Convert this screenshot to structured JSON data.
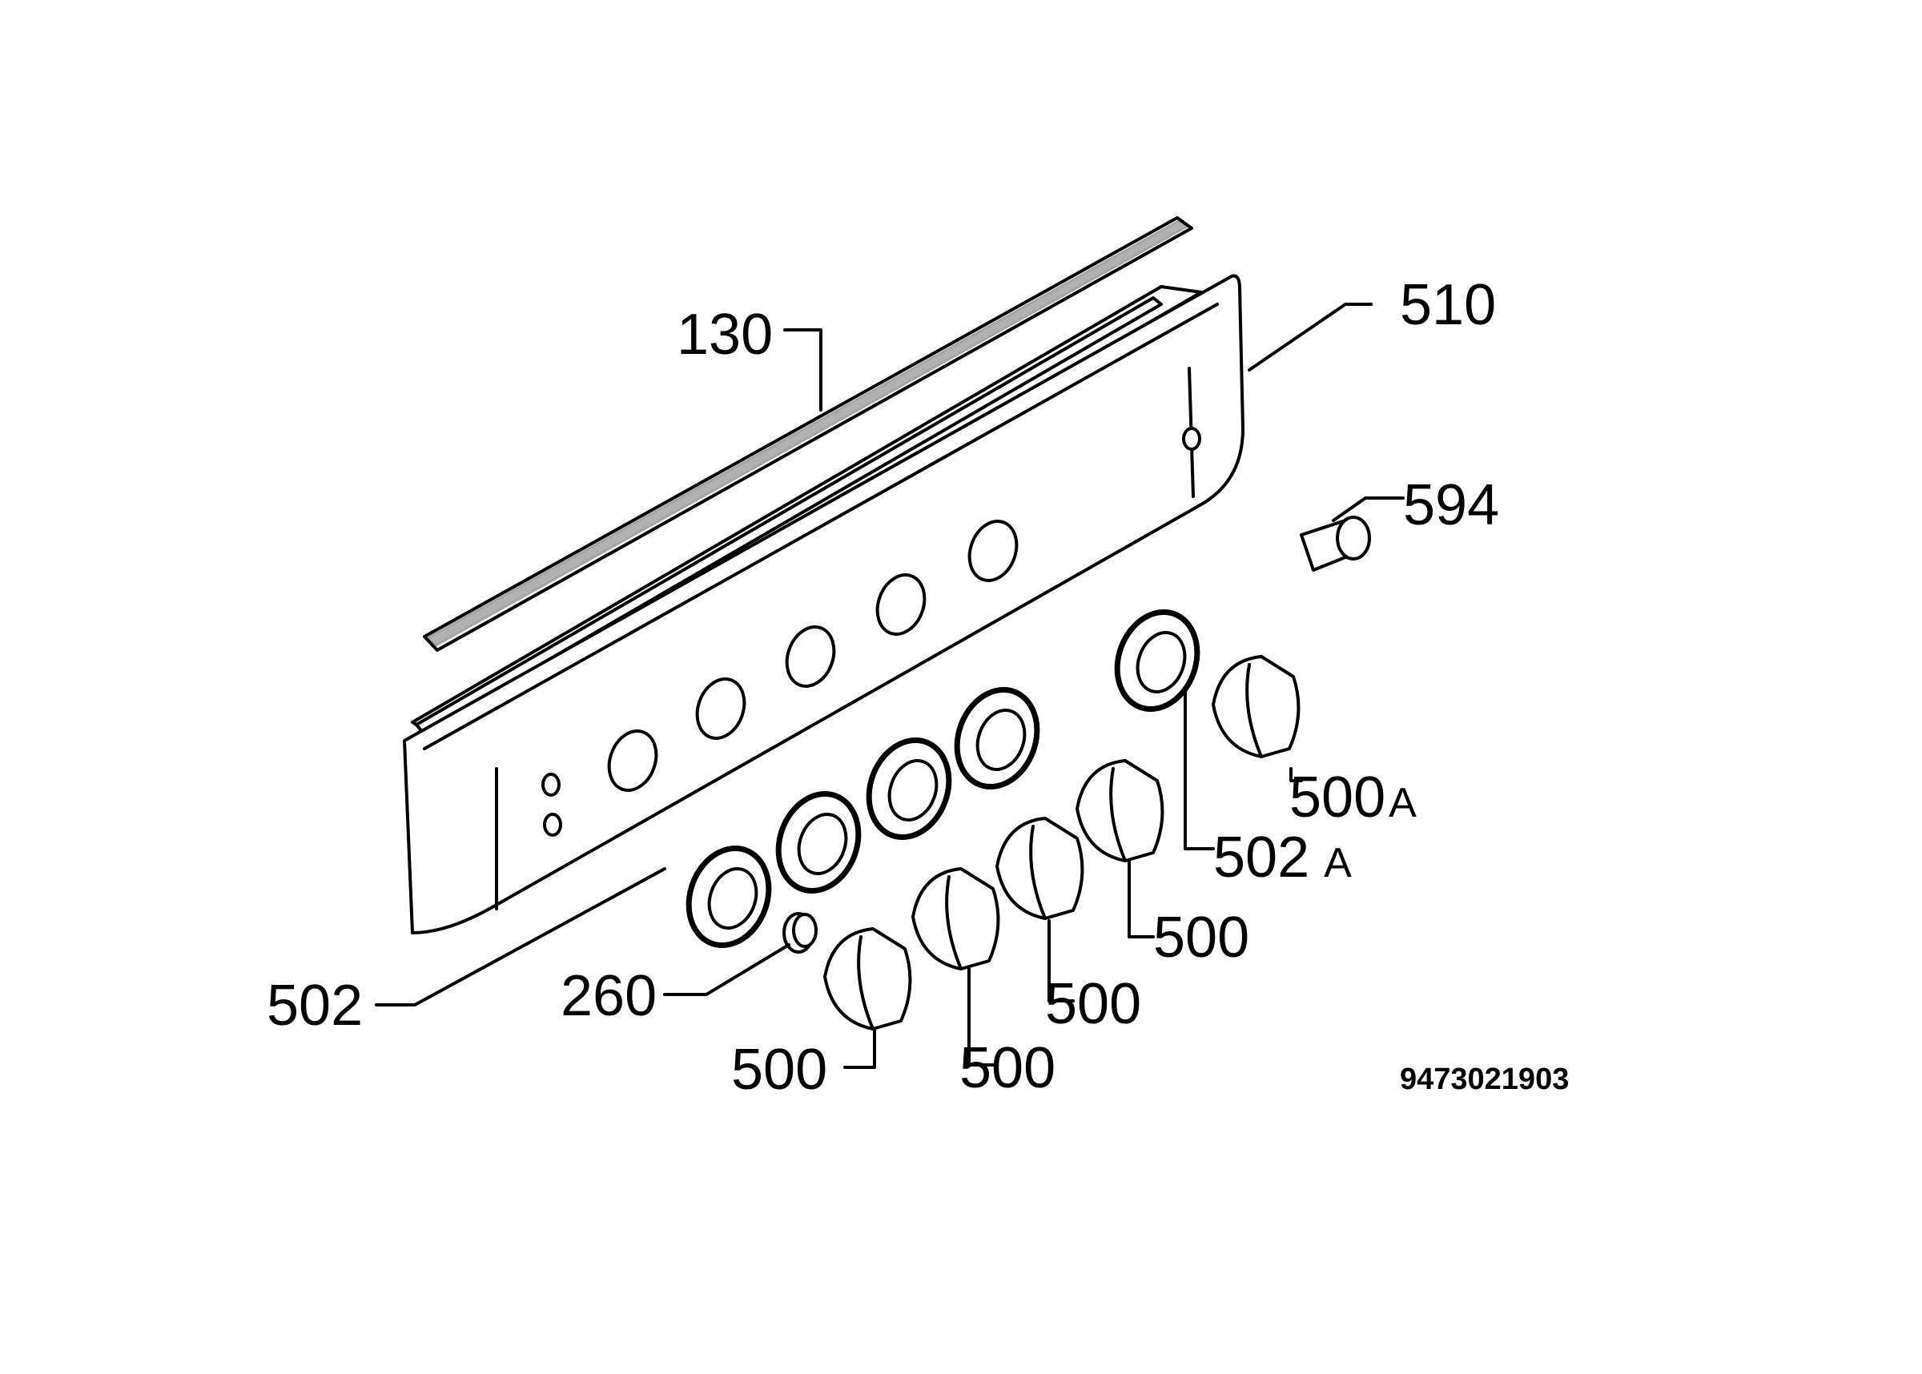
{
  "labels": {
    "strip": "130",
    "panel": "510",
    "lamp": "594",
    "knob_a": "500",
    "knob_a_suffix": "A",
    "bezel_a": "502",
    "bezel_a_suffix": "A",
    "knob_1": "500",
    "knob_2": "500",
    "knob_3": "500",
    "knob_4": "500",
    "bezel": "502",
    "spring": "260"
  },
  "drawing_code": "9473021903"
}
